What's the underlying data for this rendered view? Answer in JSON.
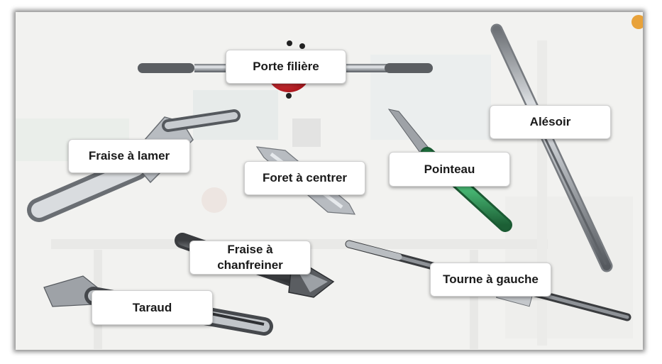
{
  "labels": {
    "porte_filiere": "Porte filière",
    "alesoir": "Alésoir",
    "fraise_a_lamer": "Fraise à lamer",
    "foret_a_centrer": "Foret à centrer",
    "pointeau": "Pointeau",
    "fraise_a_chanfreiner": "Fraise à chanfreiner",
    "tourne_a_gauche": "Tourne à gauche",
    "taraud": "Taraud"
  },
  "colors": {
    "frame_background": "#f2f2f0",
    "label_background": "#ffffff",
    "label_text": "#1a1a1a",
    "die_holder_red": "#d41f26",
    "punch_green": "#2e9a57",
    "steel": "#9a9ea3"
  }
}
